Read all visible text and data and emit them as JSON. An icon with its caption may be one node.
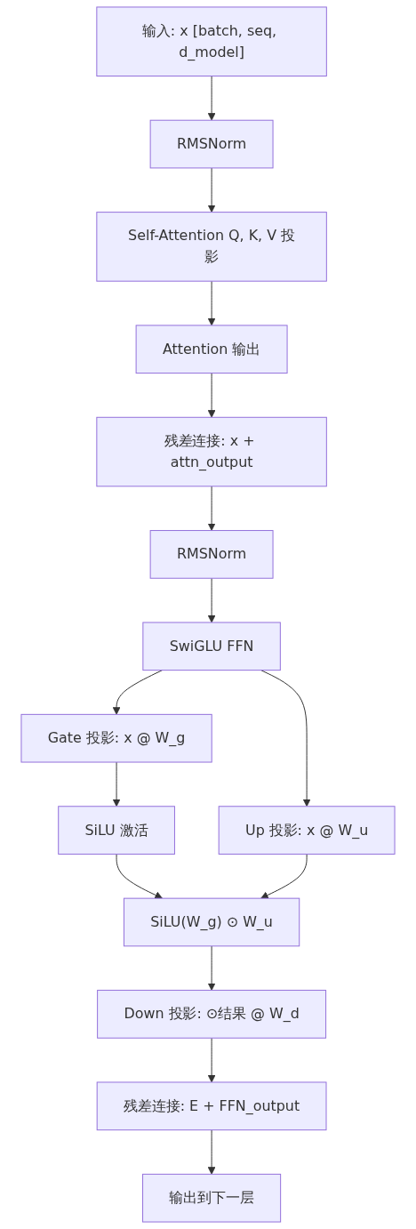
{
  "diagram": {
    "nodes": [
      {
        "text": [
          "输入: x [batch, seq, d_model]"
        ]
      },
      {
        "text": [
          "RMSNorm"
        ]
      },
      {
        "text": [
          "Self-Attention Q, K, V 投影"
        ]
      },
      {
        "text": [
          "Attention 输出"
        ]
      },
      {
        "text": [
          "残差连接: x + attn_output"
        ]
      },
      {
        "text": [
          "RMSNorm"
        ]
      },
      {
        "text": [
          "SwiGLU FFN"
        ]
      },
      {
        "text": [
          "Gate 投影: x @ W_g"
        ]
      },
      {
        "text": [
          "SiLU 激活"
        ]
      },
      {
        "text": [
          "Up 投影: x @ W_u"
        ]
      },
      {
        "text": [
          "SiLU(W_g) ⊙ W_u"
        ]
      },
      {
        "text": [
          "Down 投影: ⊙结果 @ W_d"
        ]
      },
      {
        "text": [
          "残差连接: E + FFN_output"
        ]
      },
      {
        "text": [
          "输出到下一层"
        ]
      }
    ],
    "edges": [
      {
        "from": 0,
        "to": 1,
        "arrow": "to"
      },
      {
        "from": 1,
        "to": 2,
        "arrow": "to"
      },
      {
        "from": 2,
        "to": 3,
        "arrow": "to"
      },
      {
        "from": 3,
        "to": 4,
        "arrow": "to"
      },
      {
        "from": 4,
        "to": 5,
        "arrow": "to"
      },
      {
        "from": 5,
        "to": 6,
        "arrow": "to"
      },
      {
        "from": 6,
        "to": 7,
        "arrow": "to"
      },
      {
        "from": 6,
        "to": 9,
        "arrow": "to"
      },
      {
        "from": 7,
        "to": 8,
        "arrow": "to"
      },
      {
        "from": 8,
        "to": 10,
        "arrow": "to"
      },
      {
        "from": 9,
        "to": 10,
        "arrow": "to"
      },
      {
        "from": 10,
        "to": 11,
        "arrow": "to"
      },
      {
        "from": 11,
        "to": 12,
        "arrow": "to"
      },
      {
        "from": 12,
        "to": 13,
        "arrow": "to"
      }
    ]
  }
}
